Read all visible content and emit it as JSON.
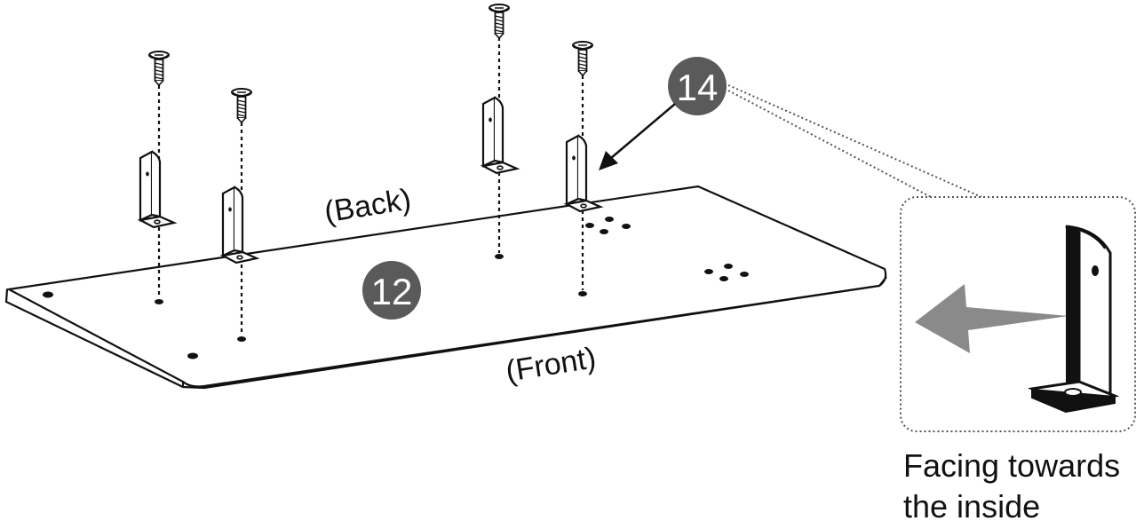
{
  "labels": {
    "back": "(Back)",
    "front": "(Front)"
  },
  "parts": {
    "board": "12",
    "bracket": "14"
  },
  "detail": {
    "caption_line1": "Facing towards",
    "caption_line2": "the inside"
  },
  "colors": {
    "line": "#111111",
    "badge": "#5a5a5a",
    "arrow": "#8a8a8a",
    "dotted": "#555555"
  },
  "icons": [
    "screw-icon",
    "bracket-icon",
    "arrow-icon"
  ]
}
